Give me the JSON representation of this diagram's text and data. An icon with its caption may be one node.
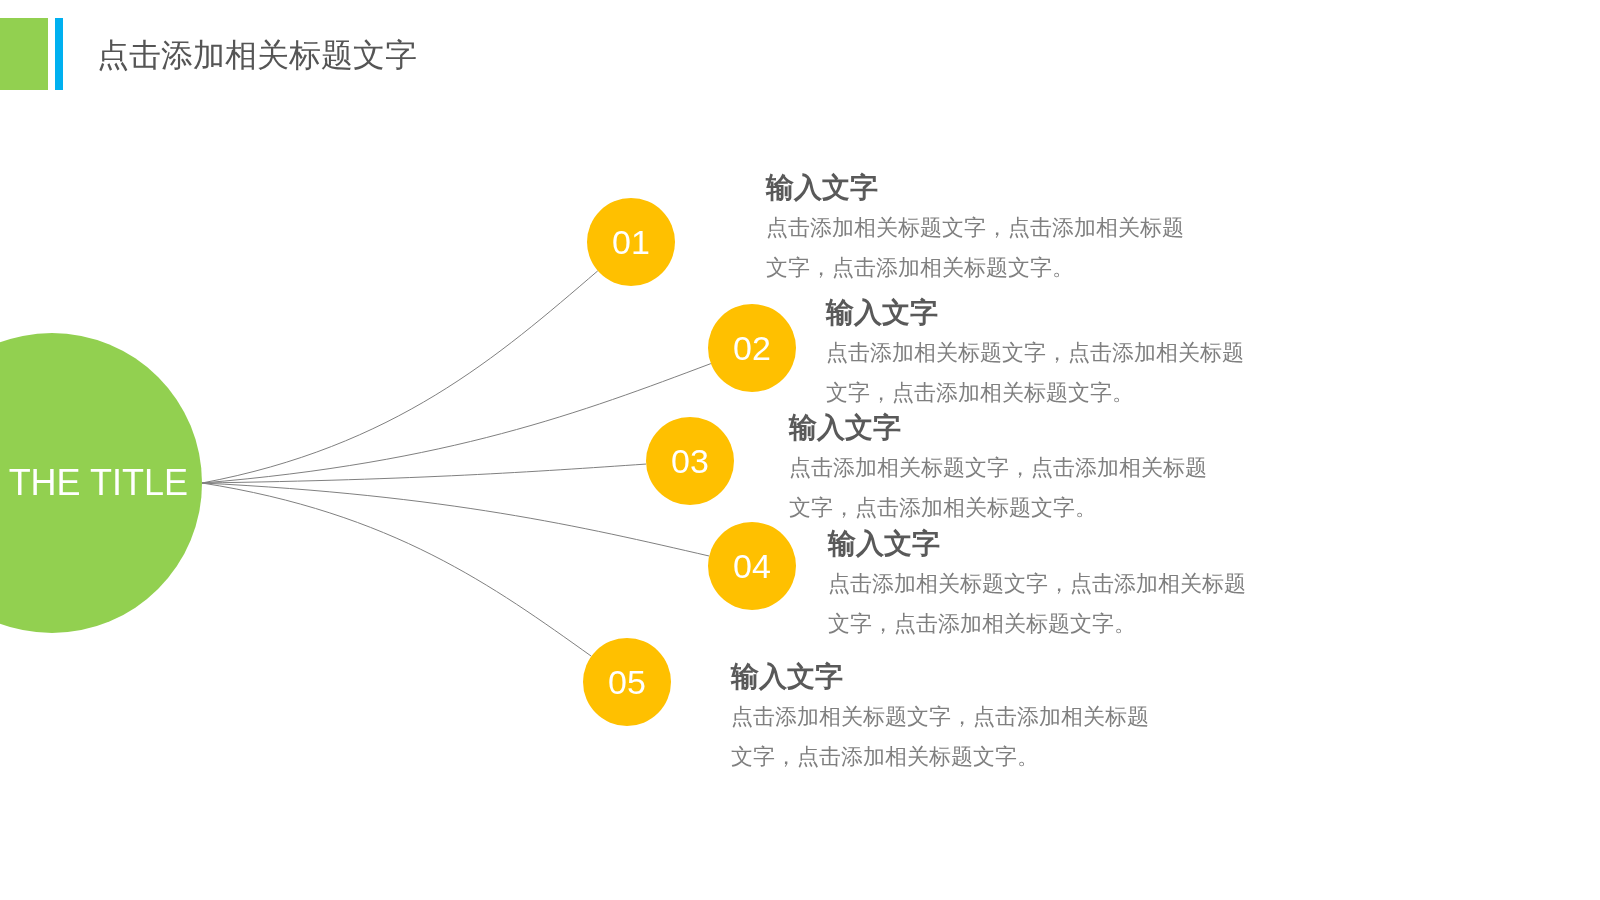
{
  "diagram": {
    "title": "点击添加相关标题文字",
    "nodes": [
      {
        "text": [
          "THE TITLE"
        ]
      },
      {
        "text": [
          "01"
        ],
        "beside": [
          "输入文字",
          "点击添加相关标题文字，点击添加相关标题文字，点击添加相关标题文字。"
        ]
      },
      {
        "text": [
          "02"
        ],
        "beside": [
          "输入文字",
          "点击添加相关标题文字，点击添加相关标题文字，点击添加相关标题文字。"
        ]
      },
      {
        "text": [
          "03"
        ],
        "beside": [
          "输入文字",
          "点击添加相关标题文字，点击添加相关标题文字，点击添加相关标题文字。"
        ]
      },
      {
        "text": [
          "04"
        ],
        "beside": [
          "输入文字",
          "点击添加相关标题文字，点击添加相关标题文字，点击添加相关标题文字。"
        ]
      },
      {
        "text": [
          "05"
        ],
        "beside": [
          "输入文字",
          "点击添加相关标题文字，点击添加相关标题文字，点击添加相关标题文字。"
        ]
      }
    ],
    "edges": [
      {
        "from": 0,
        "to": 1,
        "arrow": "none"
      },
      {
        "from": 0,
        "to": 2,
        "arrow": "none"
      },
      {
        "from": 0,
        "to": 3,
        "arrow": "none"
      },
      {
        "from": 0,
        "to": 4,
        "arrow": "none"
      },
      {
        "from": 0,
        "to": 5,
        "arrow": "none"
      }
    ]
  }
}
